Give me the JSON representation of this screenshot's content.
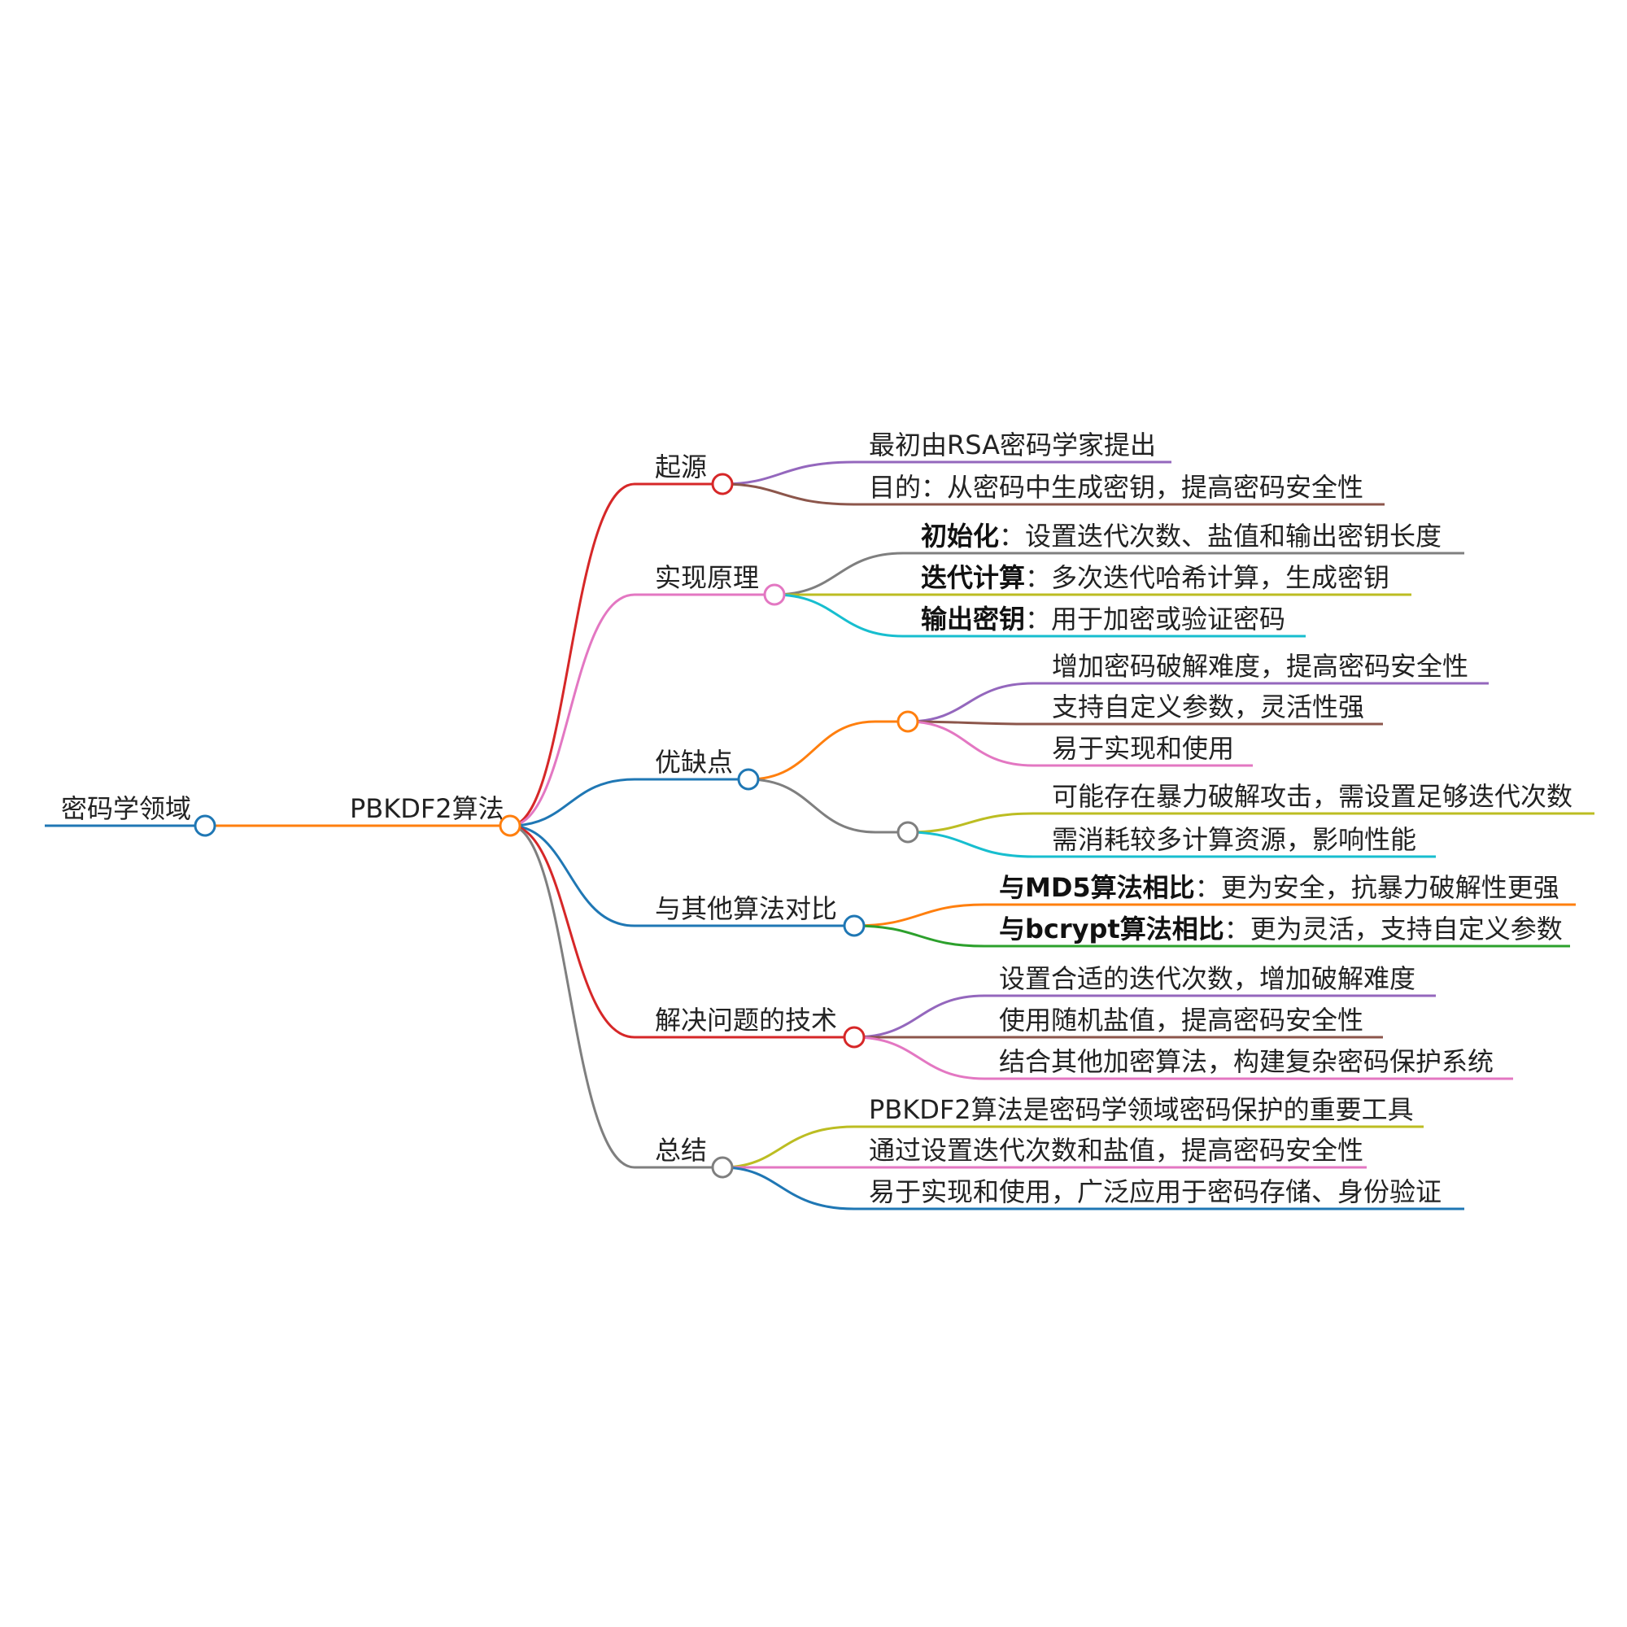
{
  "colors": {
    "red": "#d62728",
    "orange": "#ff7f0e",
    "blue": "#1f77b4",
    "purple": "#9467bd",
    "brown": "#8c564b",
    "pink": "#e377c2",
    "gray": "#7f7f7f",
    "olive": "#bcbd22",
    "cyan": "#17becf",
    "green": "#2ca02c"
  },
  "root": {
    "label": "密码学领域"
  },
  "topic": {
    "label": "PBKDF2算法"
  },
  "branches": {
    "origin": {
      "label": "起源",
      "items": [
        "最初由RSA密码学家提出",
        "目的：从密码中生成密钥，提高密码安全性"
      ]
    },
    "principle": {
      "label": "实现原理",
      "items": [
        {
          "bold": "初始化",
          "rest": "：设置迭代次数、盐值和输出密钥长度"
        },
        {
          "bold": "迭代计算",
          "rest": "：多次迭代哈希计算，生成密钥"
        },
        {
          "bold": "输出密钥",
          "rest": "：用于加密或验证密码"
        }
      ]
    },
    "pros_cons": {
      "label": "优缺点",
      "pros": [
        "增加密码破解难度，提高密码安全性",
        "支持自定义参数，灵活性强",
        "易于实现和使用"
      ],
      "cons": [
        "可能存在暴力破解攻击，需设置足够迭代次数",
        "需消耗较多计算资源，影响性能"
      ]
    },
    "compare": {
      "label": "与其他算法对比",
      "items": [
        {
          "bold": "与MD5算法相比",
          "rest": "：更为安全，抗暴力破解性更强"
        },
        {
          "bold": "与bcrypt算法相比",
          "rest": "：更为灵活，支持自定义参数"
        }
      ]
    },
    "techniques": {
      "label": "解决问题的技术",
      "items": [
        "设置合适的迭代次数，增加破解难度",
        "使用随机盐值，提高密码安全性",
        "结合其他加密算法，构建复杂密码保护系统"
      ]
    },
    "summary": {
      "label": "总结",
      "items": [
        "PBKDF2算法是密码学领域密码保护的重要工具",
        "通过设置迭代次数和盐值，提高密码安全性",
        "易于实现和使用，广泛应用于密码存储、身份验证"
      ]
    }
  }
}
